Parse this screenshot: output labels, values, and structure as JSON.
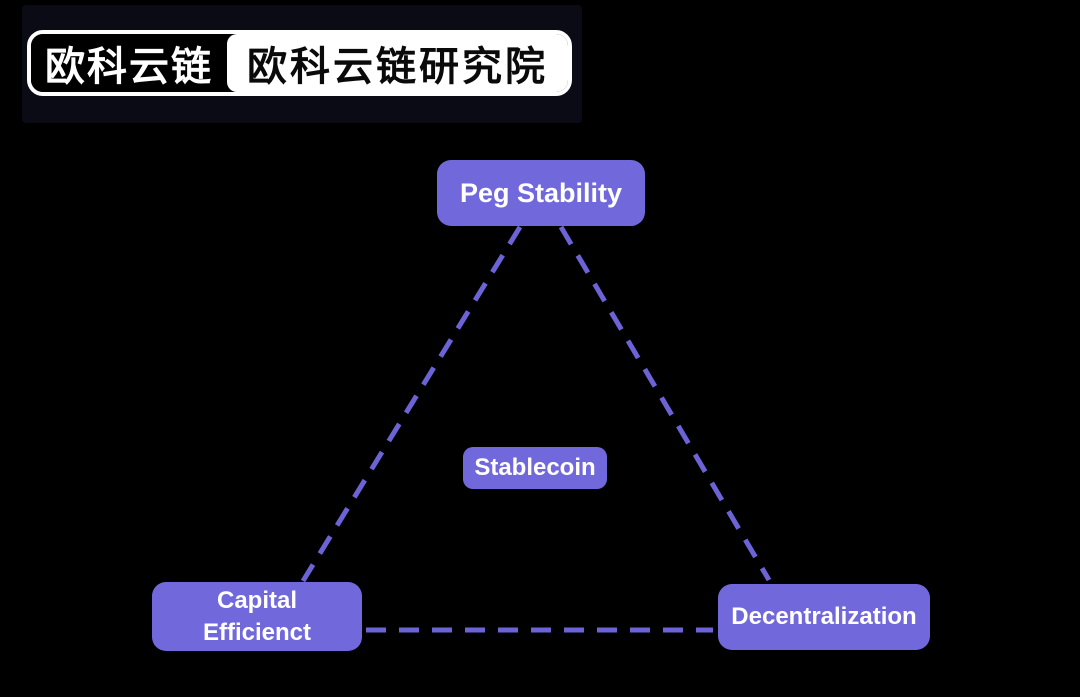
{
  "page": {
    "background": "#000000"
  },
  "logo": {
    "brand": "欧科云链",
    "subtitle": "欧科云链研究院",
    "border_color": "#ffffff",
    "brand_bg": "#000000",
    "brand_text_color": "#ffffff",
    "subtitle_bg": "#ffffff",
    "subtitle_text_color": "#0a0a0a",
    "patch_bg": "#0b0b16"
  },
  "diagram": {
    "type": "triangle-trilemma",
    "node_fill": "#7169db",
    "node_text_color": "#ffffff",
    "edge_color": "#6c63d6",
    "edge_style": "dashed",
    "nodes": {
      "top": {
        "label": "Peg Stability"
      },
      "center": {
        "label": "Stablecoin"
      },
      "bottom_left": {
        "line1": "Capital",
        "line2": "Efficienct"
      },
      "bottom_right": {
        "label": "Decentralization"
      }
    },
    "edges": [
      {
        "from": "Peg Stability",
        "to": "Capital Efficienct"
      },
      {
        "from": "Peg Stability",
        "to": "Decentralization"
      },
      {
        "from": "Capital Efficienct",
        "to": "Decentralization"
      }
    ]
  }
}
